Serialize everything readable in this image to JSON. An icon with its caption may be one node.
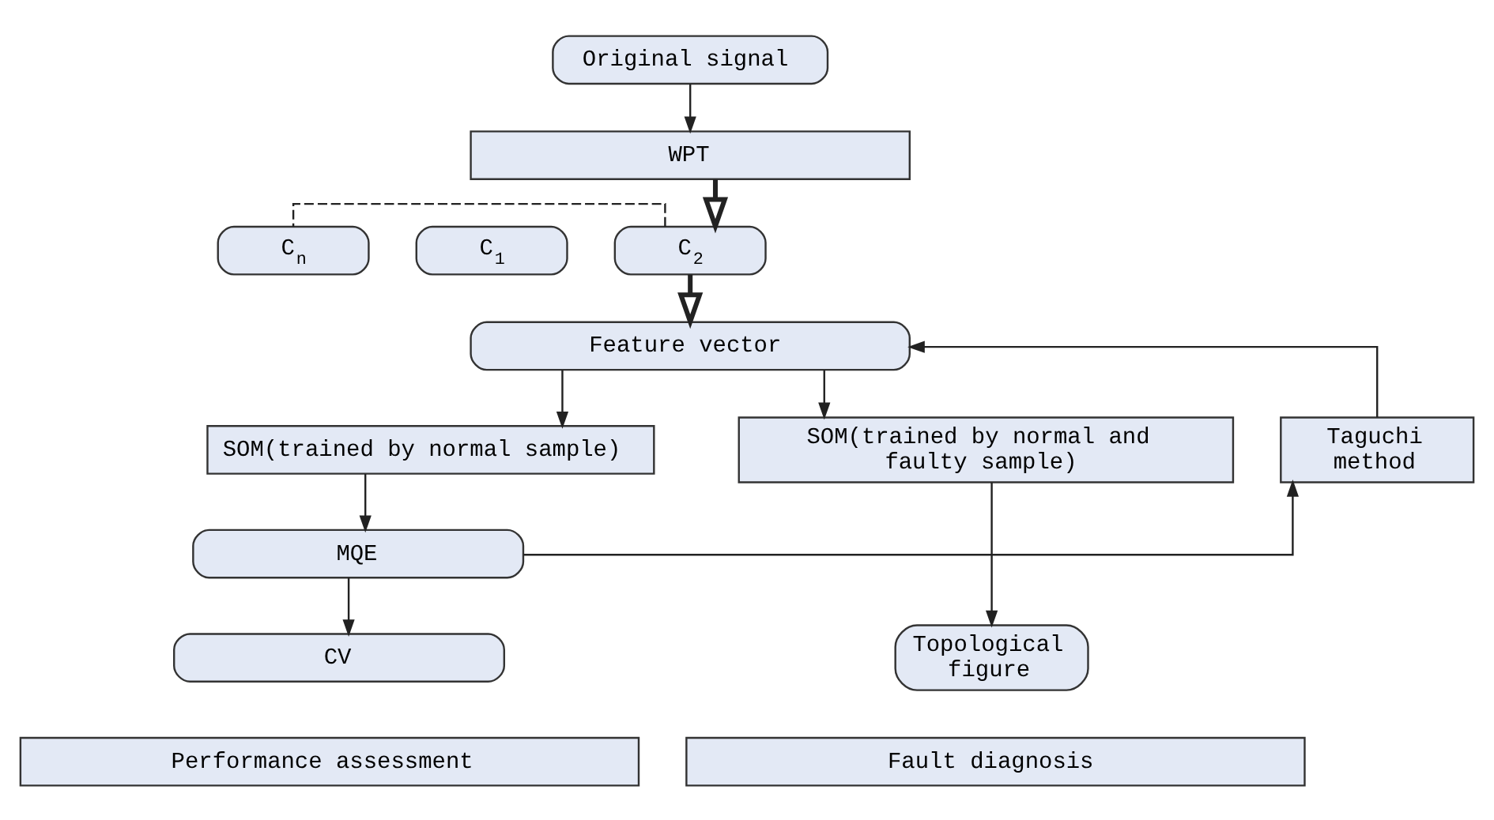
{
  "diagram": {
    "nodes": [
      {
        "text": [
          "Original signal"
        ]
      },
      {
        "text": [
          "WPT"
        ]
      },
      {
        "text": [
          "C$_{1}$"
        ]
      },
      {
        "text": [
          "C$_{2}$"
        ]
      },
      {
        "text": [
          "C$_{n}$"
        ]
      },
      {
        "text": [
          "Feature vector"
        ]
      },
      {
        "text": [
          "SOM(trained by normal sample)"
        ]
      },
      {
        "text": [
          "MQE"
        ]
      },
      {
        "text": [
          "CV"
        ]
      },
      {
        "text": [
          "Taguchi method"
        ]
      },
      {
        "text": [
          "SOM(trained by normal and faulty sample)"
        ]
      },
      {
        "text": [
          "Topological figure"
        ]
      },
      {
        "text": [
          "Performance assessment"
        ]
      },
      {
        "text": [
          "Fault diagnosis"
        ]
      }
    ],
    "edges": [
      {
        "from": 0,
        "to": 1,
        "arrow": "to"
      },
      {
        "from": 1,
        "to": 3,
        "arrow": "to",
        "style": "thick"
      },
      {
        "from": 3,
        "to": 4,
        "arrow": "none",
        "style": "dashed"
      },
      {
        "from": 3,
        "to": 5,
        "arrow": "to",
        "style": "thick"
      },
      {
        "from": 9,
        "to": 5,
        "arrow": "to"
      },
      {
        "from": 5,
        "to": 6,
        "arrow": "to"
      },
      {
        "from": 5,
        "to": 10,
        "arrow": "to"
      },
      {
        "from": 6,
        "to": 7,
        "arrow": "to"
      },
      {
        "from": 7,
        "to": 9,
        "arrow": "to"
      },
      {
        "from": 7,
        "to": 8,
        "arrow": "to"
      },
      {
        "from": 10,
        "to": 11,
        "arrow": "to"
      }
    ]
  }
}
